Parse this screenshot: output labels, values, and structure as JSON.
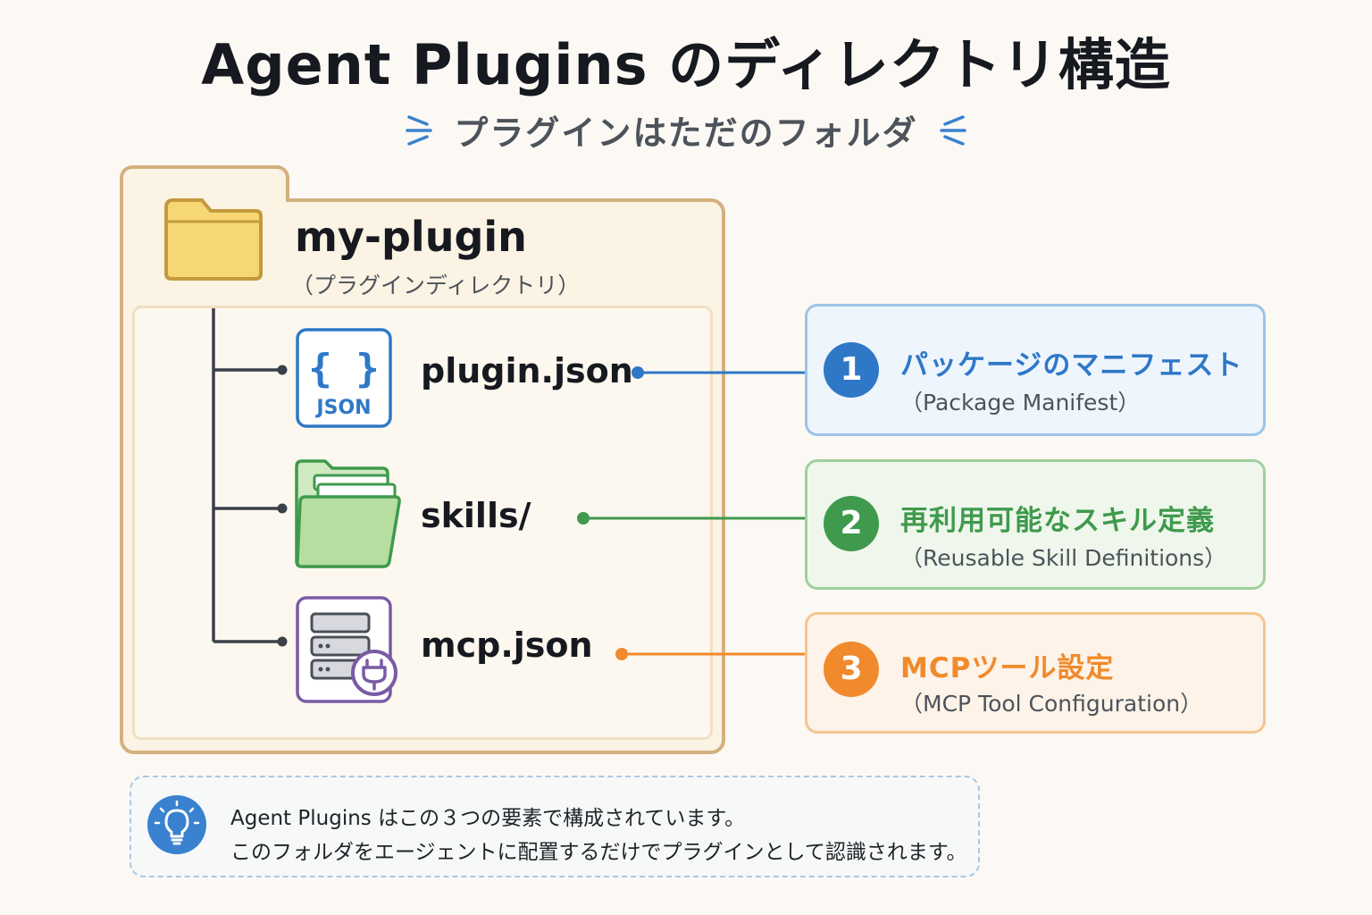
{
  "header": {
    "title": "Agent Plugins のディレクトリ構造",
    "subtitle": "プラグインはただのフォルダ"
  },
  "root": {
    "name": "my-plugin",
    "caption": "（プラグインディレクトリ）",
    "icon": "folder-icon"
  },
  "files": [
    {
      "name": "plugin.json",
      "icon": "json-file-icon",
      "icon_label": "JSON",
      "color": "#2e78c7"
    },
    {
      "name": "skills/",
      "icon": "skills-folder-icon",
      "color": "#3f9a4d"
    },
    {
      "name": "mcp.json",
      "icon": "server-plug-icon",
      "color": "#f08a2c"
    }
  ],
  "callouts": [
    {
      "number": "1",
      "title": "パッケージのマニフェスト",
      "subtitle": "（Package Manifest）",
      "color": "#2e78c7",
      "bg": "#eef5fc",
      "border": "#9cc4e8"
    },
    {
      "number": "2",
      "title": "再利用可能なスキル定義",
      "subtitle": "（Reusable Skill Definitions）",
      "color": "#3f9a4d",
      "bg": "#eff7ec",
      "border": "#9fd09e"
    },
    {
      "number": "3",
      "title": "MCPツール設定",
      "subtitle": "（MCP Tool Configuration）",
      "color": "#f08a2c",
      "bg": "#fdf3e8",
      "border": "#f4c591"
    }
  ],
  "note": {
    "icon": "lightbulb-icon",
    "line1": "Agent Plugins はこの３つの要素で構成されています。",
    "line2": "このフォルダをエージェントに配置するだけでプラグインとして認識されます。"
  }
}
